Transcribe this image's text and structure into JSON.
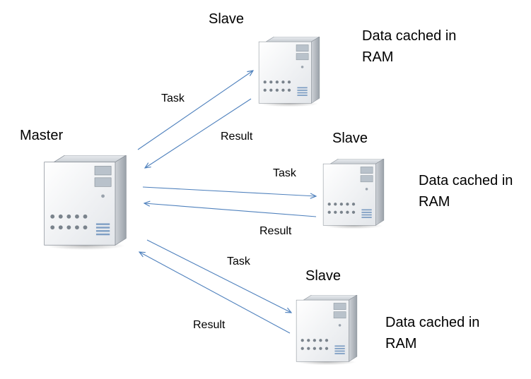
{
  "master": {
    "label": "Master"
  },
  "slaves": [
    {
      "label": "Slave",
      "note_line1": "Data cached in",
      "note_line2": "RAM"
    },
    {
      "label": "Slave",
      "note_line1": "Data cached in",
      "note_line2": "RAM"
    },
    {
      "label": "Slave",
      "note_line1": "Data cached in",
      "note_line2": "RAM"
    }
  ],
  "edges": [
    {
      "task_label": "Task",
      "result_label": "Result"
    },
    {
      "task_label": "Task",
      "result_label": "Result"
    },
    {
      "task_label": "Task",
      "result_label": "Result"
    }
  ],
  "colors": {
    "arrow": "#4f81bd",
    "text": "#000000"
  }
}
